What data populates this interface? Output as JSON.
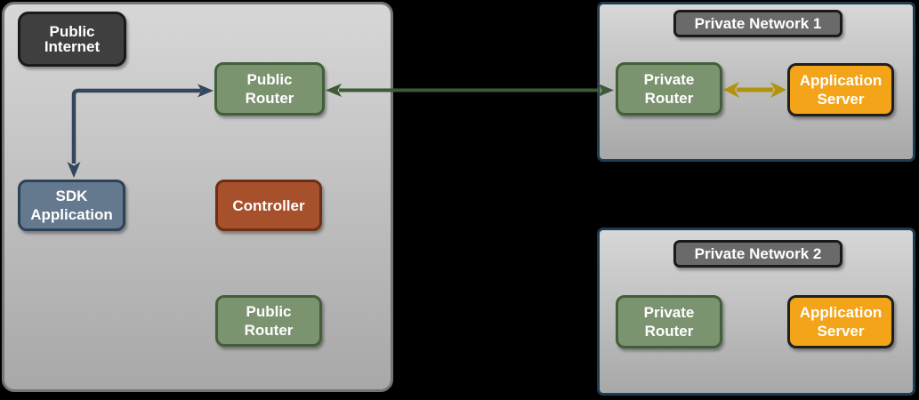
{
  "colors": {
    "background": "#000000",
    "zone-fill-top": "#d7d7d7",
    "zone-fill-bottom": "#a8a8a8",
    "zone-border-gray": "#757575",
    "zone-border-navy": "#1c3c52",
    "label-dark-fill": "#3f3f3f",
    "label-medium-fill": "#6a6a6a",
    "label-border": "#1a1a1a",
    "green-fill": "#7c9370",
    "green-border": "#41603a",
    "blue-fill": "#64798d",
    "blue-border": "#2c4257",
    "red-fill": "#a7502c",
    "red-border": "#6d2e11",
    "orange-fill": "#f4a418",
    "orange-border": "#1f1f1f",
    "arrow-slate": "#33475c",
    "arrow-green": "#3d5a37",
    "arrow-gold": "#b2930e",
    "text": "#ffffff"
  },
  "zones": {
    "public_internet": {
      "title": "Public\nInternet",
      "nodes": {
        "public_router_top": "Public\nRouter",
        "sdk_application": "SDK\nApplication",
        "controller": "Controller",
        "public_router_bottom": "Public\nRouter"
      }
    },
    "private_network_1": {
      "title": "Private Network 1",
      "nodes": {
        "private_router": "Private\nRouter",
        "application_server": "Application\nServer"
      }
    },
    "private_network_2": {
      "title": "Private Network 2",
      "nodes": {
        "private_router": "Private\nRouter",
        "application_server": "Application\nServer"
      }
    }
  },
  "connections": [
    {
      "from": "Public Router (top)",
      "to": "SDK Application",
      "shape": "elbow",
      "bidirectional": true,
      "color_key": "arrow-slate"
    },
    {
      "from": "Public Router (top)",
      "to": "Private Router (Private Network 1)",
      "shape": "straight",
      "bidirectional": true,
      "color_key": "arrow-green"
    },
    {
      "from": "Private Router (Private Network 1)",
      "to": "Application Server (Private Network 1)",
      "shape": "straight",
      "bidirectional": true,
      "color_key": "arrow-gold"
    }
  ]
}
